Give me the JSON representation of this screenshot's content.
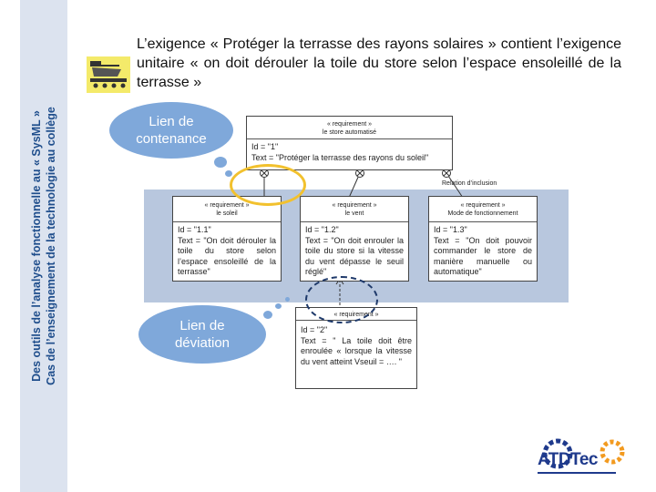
{
  "side_title": {
    "line1": "Des outils de l’analyse fonctionnelle au « SysML »",
    "line2": "Cas de l’enseignement de la technologie au collège"
  },
  "intro_text": "L’exigence « Protéger la terrasse des rayons solaires » contient l’exigence unitaire « on doit dérouler la toile du store selon l’espace ensoleillé de la terrasse »",
  "clouds": {
    "containment": "Lien de contenance",
    "derivation": "Lien de déviation"
  },
  "main_req": {
    "stereotype": "« requirement »",
    "name": "le store automatisé",
    "id": "Id = \"1\"",
    "text": "Text = \"Protéger la terrasse des rayons du soleil\""
  },
  "inclusion_label": "Relation d’inclusion",
  "sub_reqs": [
    {
      "stereotype": "« requirement »",
      "name": "le soleil",
      "id": "Id = \"1.1\"",
      "text": "Text = \"On doit dérouler la toile du store selon l’espace ensoleillé de la terrasse\""
    },
    {
      "stereotype": "« requirement »",
      "name": "le vent",
      "id": "Id = \"1.2\"",
      "text": "Text = \"On doit enrouler la toile du store si la vitesse du vent dépasse le seuil réglé\""
    },
    {
      "stereotype": "« requirement »",
      "name": "Mode de fonctionnement",
      "id": "Id = \"1.3\"",
      "text": "Text = \"On doit pouvoir commander le store de manière manuelle ou automatique\""
    }
  ],
  "req2": {
    "stereotype": "« requirement »",
    "id": "Id = \"2\"",
    "text": "Text = \" La toile doit être enroulée « lorsque la vitesse du vent atteint Vseuil = …. \""
  },
  "logo": {
    "text": "ATDTec"
  },
  "colors": {
    "side_bar": "#dce3ef",
    "side_text": "#1f4e8c",
    "band": "#b8c7de",
    "cloud": "#7fa8da",
    "highlight_yellow": "#f2c12e",
    "highlight_navy": "#1f3a6b",
    "logo_blue": "#1f3a8c",
    "logo_orange": "#f29a1f"
  }
}
